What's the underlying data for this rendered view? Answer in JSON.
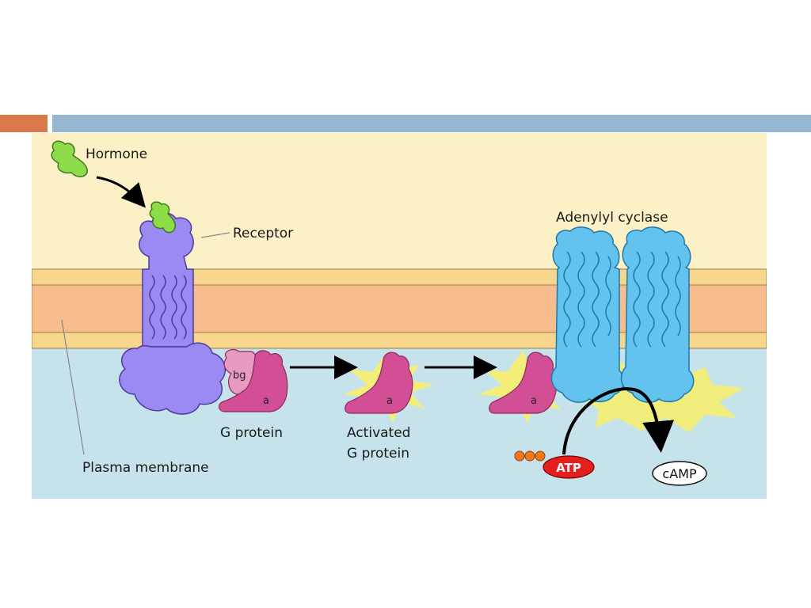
{
  "colors": {
    "accent_orange": "#d9794a",
    "accent_blue": "#97b6d0",
    "extracellular": "#fcf0c6",
    "cytoplasm": "#c6e3ec",
    "membrane_core": "#f7bd8c",
    "membrane_edge": "#f7d78d",
    "receptor": "#9a8af2",
    "hormone": "#8fdc4a",
    "g_protein": "#d24f96",
    "g_protein_bg": "#e79ac2",
    "adenylyl_cyclase": "#63c3ee",
    "activation_glow": "#f7ee6a",
    "atp_red": "#e51e1e",
    "phosphate_orange": "#f07a1a"
  },
  "labels": {
    "hormone": "Hormone",
    "receptor": "Receptor",
    "adenylyl_cyclase": "Adenylyl cyclase",
    "g_protein": "G protein",
    "activated_line1": "Activated",
    "activated_line2": "G protein",
    "plasma_membrane": "Plasma membrane",
    "atp": "ATP",
    "camp": "cAMP",
    "subunit_bg": "bg",
    "subunit_a1": "a",
    "subunit_a2": "a",
    "subunit_a3": "a"
  }
}
